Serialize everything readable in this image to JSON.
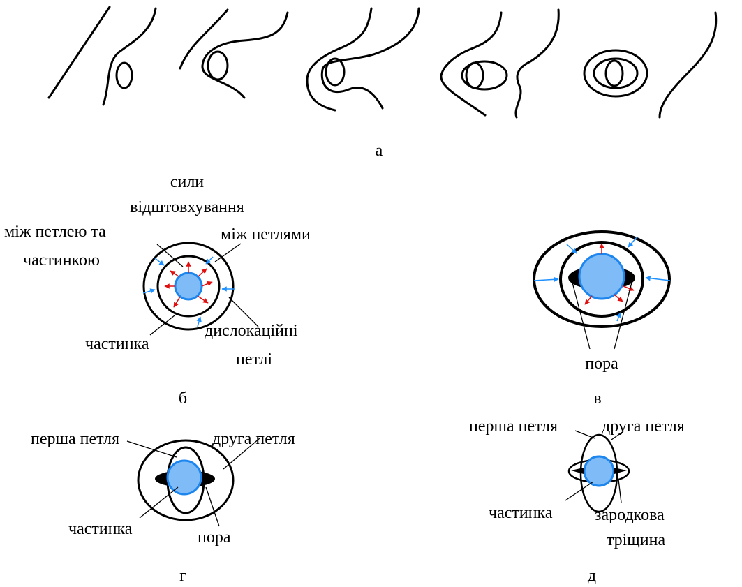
{
  "captions": {
    "a": "а",
    "b": "б",
    "v": "в",
    "g": "г",
    "d": "д"
  },
  "panel_b": {
    "forces_line1": "сили",
    "forces_line2": "відштовхування",
    "between_loop_particle_line1": "між петлею та",
    "between_loop_particle_line2": "частинкою",
    "between_loops": "між петлями",
    "particle": "частинка",
    "dislocation_loops_line1": "дислокаційні",
    "dislocation_loops_line2": "петлі"
  },
  "panel_v": {
    "pore": "пора"
  },
  "panel_g": {
    "first_loop": "перша петля",
    "second_loop": "друга петля",
    "particle": "частинка",
    "pore": "пора"
  },
  "panel_d": {
    "first_loop": "перша петля",
    "second_loop": "друга петля",
    "particle": "частинка",
    "crack_line1": "зародкова",
    "crack_line2": "тріщина"
  },
  "colors": {
    "particle_fill": "#7fbbf6",
    "particle_stroke": "#1c86ee",
    "inward_force_arrow": "#1e90ff",
    "outward_force_arrow": "#e01010",
    "pore_fill": "#000000"
  }
}
